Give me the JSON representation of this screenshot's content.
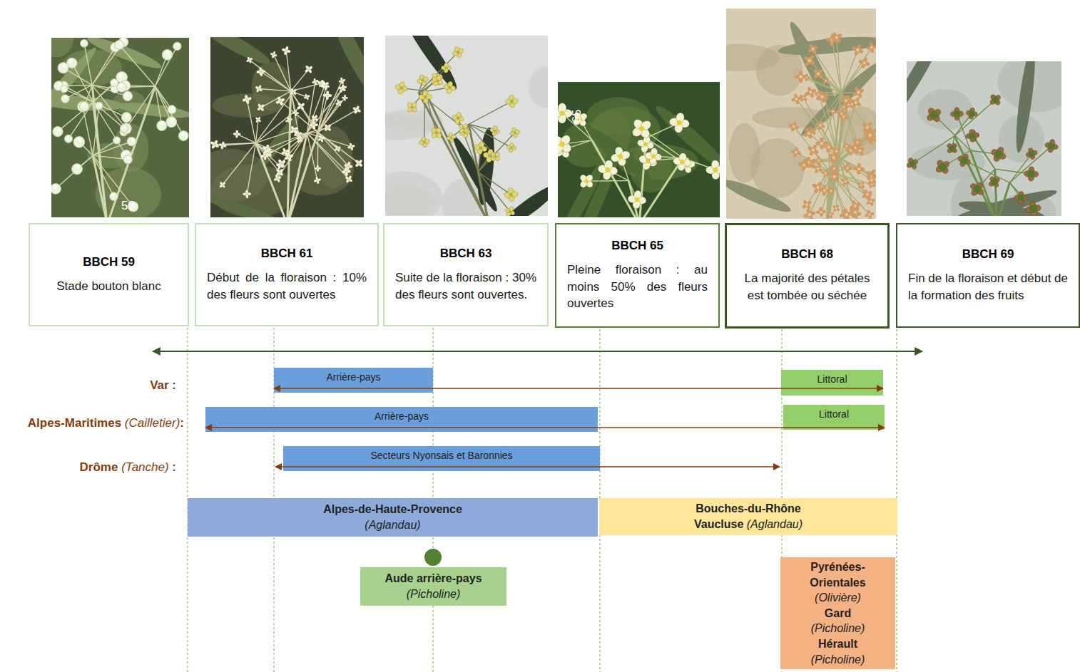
{
  "diagram": {
    "nodes": [
      {
        "text": [
          "BBCH 59",
          "Stade bouton blanc"
        ]
      },
      {
        "text": [
          "BBCH 61",
          "Début de la floraison : 10% des fleurs sont ouvertes"
        ]
      },
      {
        "text": [
          "BBCH 63",
          "Suite de la floraison : 30% des fleurs sont ouvertes."
        ]
      },
      {
        "text": [
          "BBCH 65",
          "Pleine floraison : au moins 50% des fleurs ouvertes"
        ]
      },
      {
        "text": [
          "BBCH 68",
          "La majorité des pétales est tombée ou séchée"
        ]
      },
      {
        "text": [
          "BBCH 69",
          "Fin de la floraison et début de la formation des fruits"
        ]
      },
      {
        "text": [
          "Arrière-pays"
        ]
      },
      {
        "text": [
          "Littoral"
        ]
      },
      {
        "text": [
          "Arrière-pays"
        ]
      },
      {
        "text": [
          "Littoral"
        ]
      },
      {
        "text": [
          "Secteurs Nyonsais et Baronnies"
        ]
      },
      {
        "text": [
          "Alpes-de-Haute-Provence",
          "(Aglandau)"
        ]
      },
      {
        "text": [
          "Bouches-du-Rhône",
          "Vaucluse (Aglandau)"
        ]
      },
      {
        "text": [
          "Aude arrière-pays",
          "(Picholine)"
        ]
      },
      {
        "text": [
          "Pyrénées-Orientales (Olivière)",
          "Gard (Picholine)",
          "Hérault (Picholine)"
        ]
      }
    ],
    "edges": [
      {
        "from": 6,
        "to": 7,
        "arrow": "both"
      },
      {
        "from": 8,
        "to": 9,
        "arrow": "both"
      }
    ],
    "labels": [
      "59",
      "65",
      "Var :",
      "Alpes-Maritimes (Cailletier):",
      "Drôme (Tanche) :"
    ]
  }
}
